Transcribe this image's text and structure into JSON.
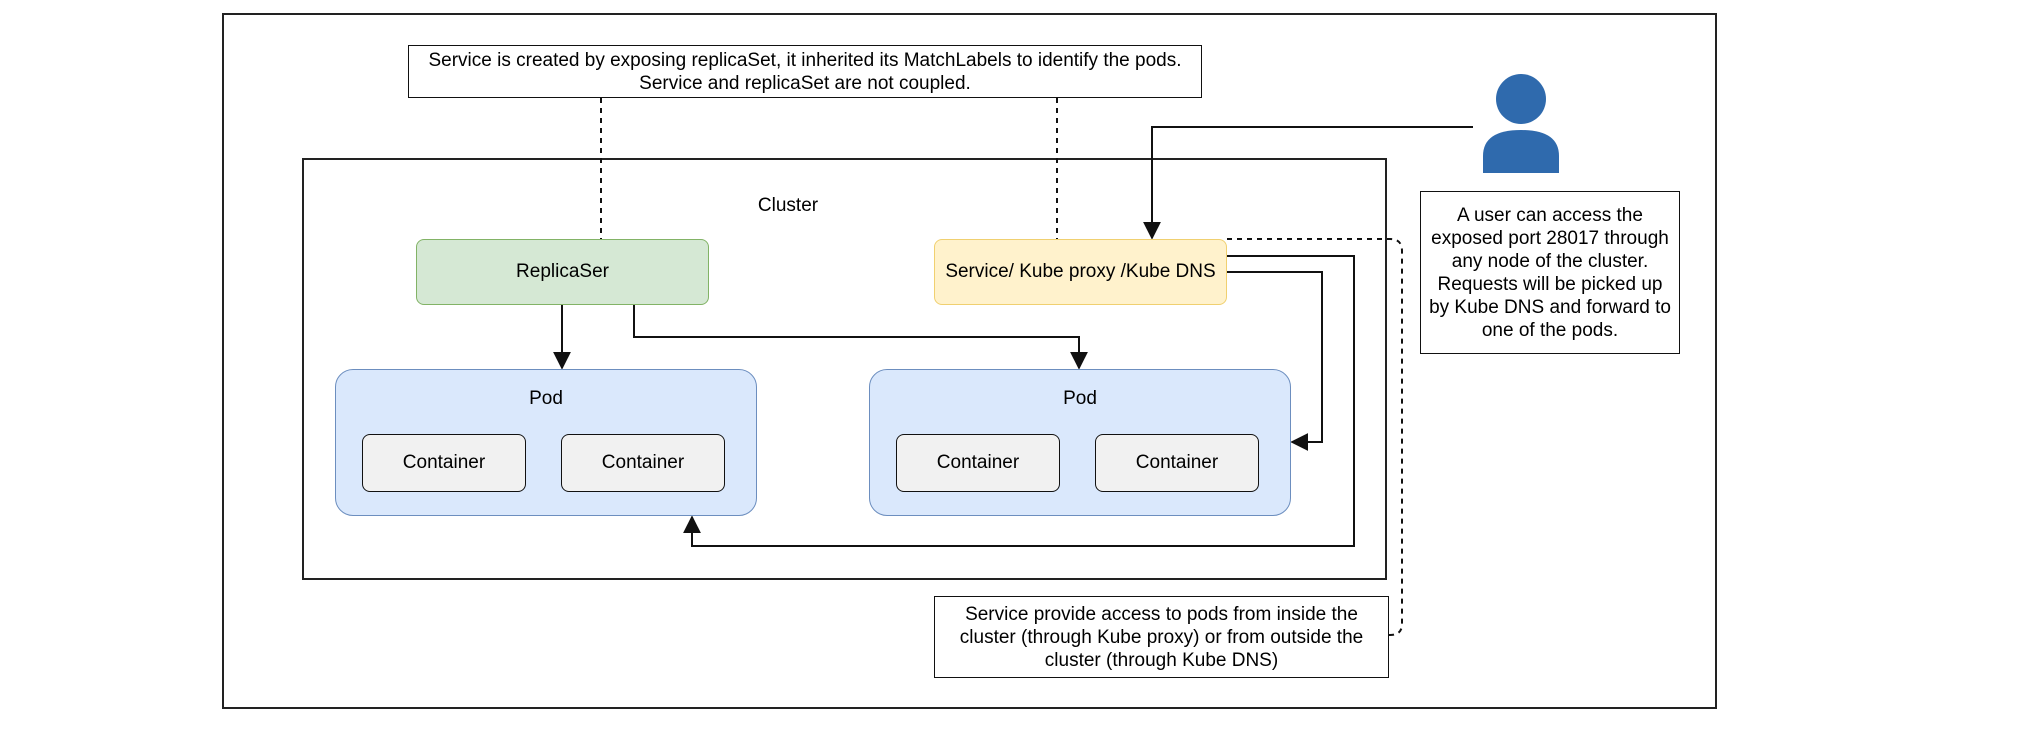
{
  "diagram": {
    "notes": {
      "top": "Service is created by exposing replicaSet, it inherited its MatchLabels to identify the pods.\nService and replicaSet are not coupled.",
      "user": "A user can access the\nexposed port 28017 through\nany node of the cluster.\nRequests will be picked up\nby Kube DNS and forward to\none of the pods.",
      "service": "Service provide access to pods from inside the\ncluster (through Kube proxy) or from outside the\ncluster (through Kube DNS)"
    },
    "cluster_label": "Cluster",
    "replicaset_label": "ReplicaSer",
    "service_label": "Service/ Kube proxy /Kube DNS",
    "pods": [
      {
        "label": "Pod",
        "containers": [
          "Container",
          "Container"
        ]
      },
      {
        "label": "Pod",
        "containers": [
          "Container",
          "Container"
        ]
      }
    ],
    "colors": {
      "replicaset_fill": "#d5e8d4",
      "service_fill": "#fff2cc",
      "pod_fill": "#dae8fc",
      "user_icon": "#2f6aad"
    },
    "user_icon": "user-person-icon"
  }
}
